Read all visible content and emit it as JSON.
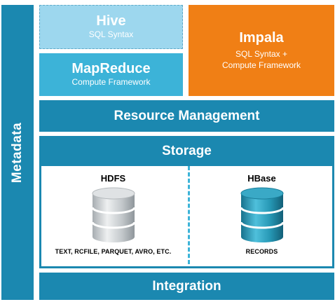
{
  "metadata": {
    "label": "Metadata"
  },
  "hive": {
    "title": "Hive",
    "subtitle": "SQL Syntax"
  },
  "mapreduce": {
    "title": "MapReduce",
    "subtitle": "Compute Framework"
  },
  "impala": {
    "title": "Impala",
    "subtitle_line1": "SQL Syntax +",
    "subtitle_line2": "Compute Framework"
  },
  "resource_management": {
    "label": "Resource Management"
  },
  "storage": {
    "label": "Storage",
    "hdfs": {
      "title": "HDFS",
      "caption": "TEXT, RCFILE, PARQUET, AVRO, ETC.",
      "icon": "database-icon"
    },
    "hbase": {
      "title": "HBase",
      "caption": "RECORDS",
      "icon": "database-icon"
    }
  },
  "integration": {
    "label": "Integration"
  },
  "colors": {
    "dark_blue": "#1b88b0",
    "mid_blue": "#3cb3d8",
    "light_blue": "#9dd7ee",
    "orange": "#f07f15",
    "gray_cylinder": "#c9cdd0",
    "teal_cylinder": "#2a9bb8"
  }
}
